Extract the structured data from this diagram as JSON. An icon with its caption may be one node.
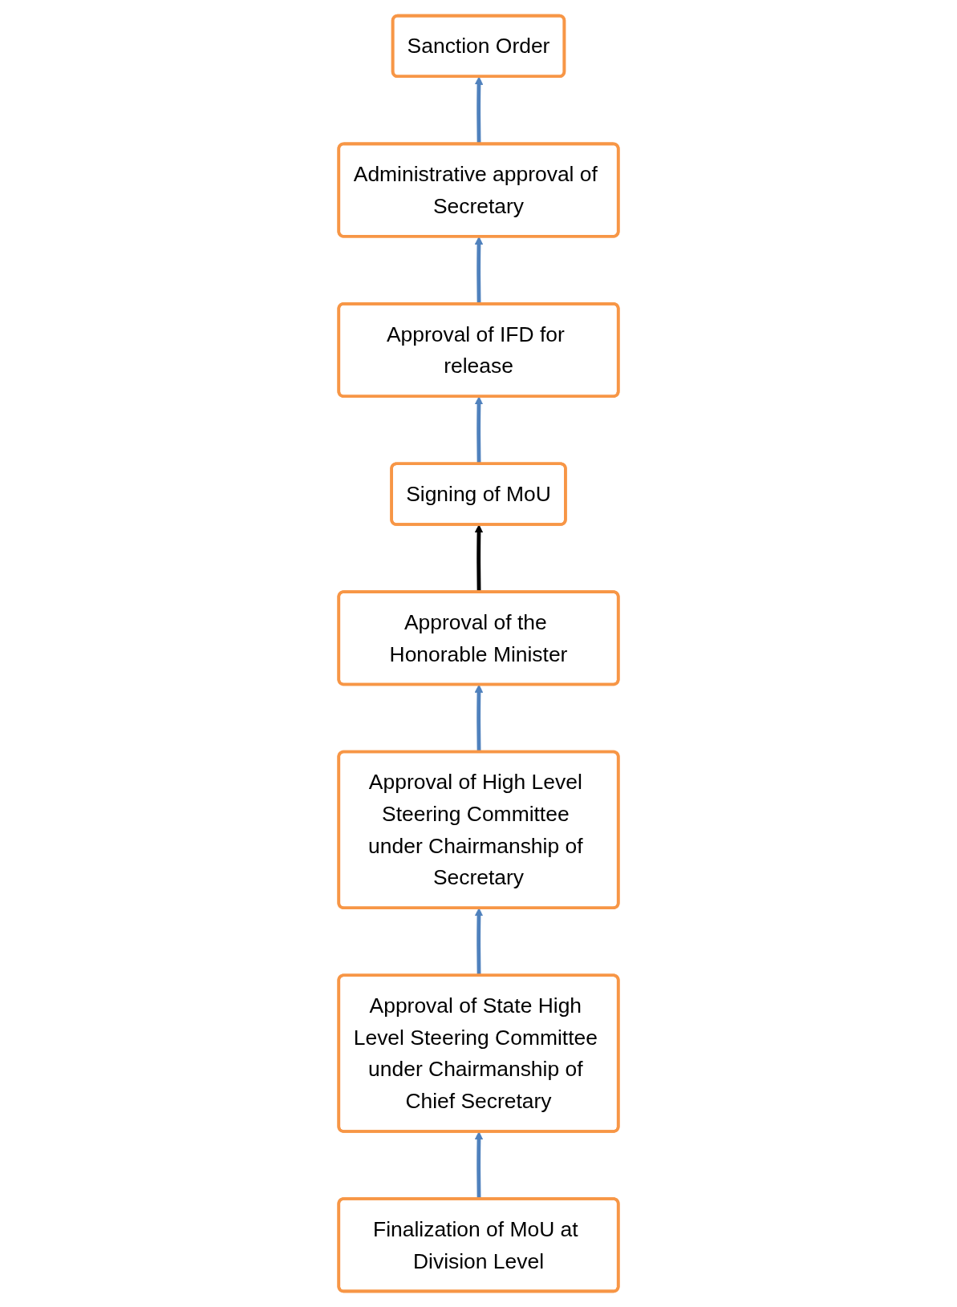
{
  "diagram": {
    "nodes": [
      {
        "text": [
          "Approval of the Honorable Minister"
        ]
      },
      {
        "text": [
          "Sanction Order"
        ]
      },
      {
        "text": [
          "Approval of High Level Steering Committee under Chairmanship of Secretary"
        ]
      },
      {
        "text": [
          "Administrative approval of Secretary"
        ]
      },
      {
        "text": [
          "Approval of State High Level Steering Committee under Chairmanship of Chief Secretary"
        ]
      },
      {
        "text": [
          "Approval of IFD for release"
        ]
      },
      {
        "text": [
          "Finalization of MoU at Division Level"
        ]
      },
      {
        "text": [
          "Signing of MoU"
        ]
      }
    ],
    "edges": [
      {
        "from": 6,
        "to": 4,
        "arrow": "to"
      },
      {
        "from": 4,
        "to": 2,
        "arrow": "to"
      },
      {
        "from": 2,
        "to": 0,
        "arrow": "to"
      },
      {
        "from": 0,
        "to": 7,
        "arrow": "to",
        "color": "#000000"
      },
      {
        "from": 7,
        "to": 5,
        "arrow": "to"
      },
      {
        "from": 5,
        "to": 3,
        "arrow": "to"
      },
      {
        "from": 3,
        "to": 1,
        "arrow": "to"
      }
    ]
  }
}
